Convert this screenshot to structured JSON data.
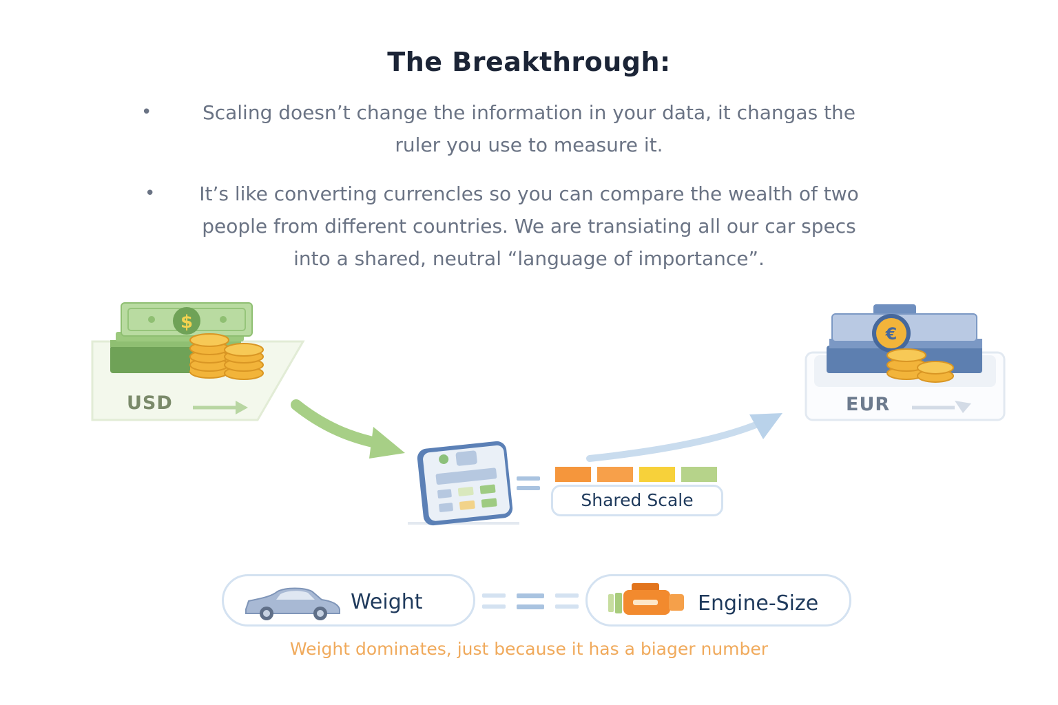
{
  "title": "The Breakthrough:",
  "bullets": [
    {
      "marker": "•",
      "line1": "Scaling doesn’t change the information in your data, it changas the",
      "line2": "ruler you use to measure it."
    },
    {
      "marker": "•",
      "line1": "It’s like converting currencles so you can compare the wealth of two",
      "line2": "people from different countries. We are transiating all our car specs",
      "line3": "into a shared, neutral “language of importance”."
    }
  ],
  "currencies": {
    "source": {
      "label": "USD",
      "symbol": "$",
      "icon": "dollar-cash-icon",
      "color": "#7fb069"
    },
    "target": {
      "label": "EUR",
      "symbol": "€",
      "icon": "euro-cash-icon",
      "color": "#5d7fb0"
    }
  },
  "converter": {
    "icon": "calculator-icon",
    "equals_icon": "equals-icon",
    "scale_label": "Shared Scale",
    "scale_colors": [
      "#f5963c",
      "#f7a04a",
      "#f7d13a",
      "#b6d38a"
    ]
  },
  "comparison": {
    "left": {
      "label": "Weight",
      "icon": "car-icon"
    },
    "right": {
      "label": "Engine-Size",
      "icon": "engine-icon"
    },
    "separator_icon": "equals-icon"
  },
  "caption": "Weight dominates, just because it has a biager number",
  "colors": {
    "title": "#1b2436",
    "body_text": "#6a7384",
    "accent_blue": "#1f3a5c",
    "caption": "#f0aa5c",
    "usd_green": "#7fb069",
    "eur_blue": "#5d7fb0"
  }
}
